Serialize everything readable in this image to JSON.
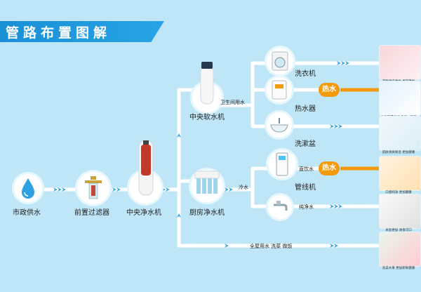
{
  "title": "管路布置图解",
  "colors": {
    "pipe": "#ffffff",
    "accent": "#f59a0c",
    "title_bg": "#1a8fd6",
    "background": "#bfe6f6"
  },
  "nodes": {
    "municipal": "市政供水",
    "prefilter": "前置过滤器",
    "central_purifier": "中央净水机",
    "central_softener": "中央软水机",
    "kitchen_purifier": "厨房净水机",
    "washer": "洗衣机",
    "water_heater": "热水器",
    "washbasin": "洗漱盆",
    "pipeline_machine": "管线机",
    "pipe_softener": "卫生间用水",
    "pipe_cold": "冷水",
    "pipe_drinking": "直饮水",
    "pipe_pure": "纯净水",
    "pipe_whole_house": "全屋用水  洗菜  做饭"
  },
  "badges": {
    "hot_water_1": "热水",
    "hot_water_2": "热水"
  },
  "captions": {
    "photo_1": "衣物清洗更加 柔软蓬松",
    "photo_2": "头发洗得更加 柔顺、顺滑",
    "photo_3": "肌肤清爽保湿 更加健康",
    "photo_4": "口感纯净 更加健康",
    "photo_5": "米饭更加 清香可口",
    "photo_6": "洗菜水果 更加新鲜健康"
  },
  "icons": {
    "municipal": "water-drop-icon",
    "prefilter": "prefilter-icon",
    "central_purifier": "purifier-tank-icon",
    "central_softener": "softener-tank-icon",
    "kitchen_purifier": "kitchen-purifier-icon",
    "washer": "washing-machine-icon",
    "water_heater": "water-heater-icon",
    "washbasin": "washbasin-icon",
    "pipeline_machine": "pipeline-dispenser-icon",
    "faucet": "faucet-icon"
  }
}
